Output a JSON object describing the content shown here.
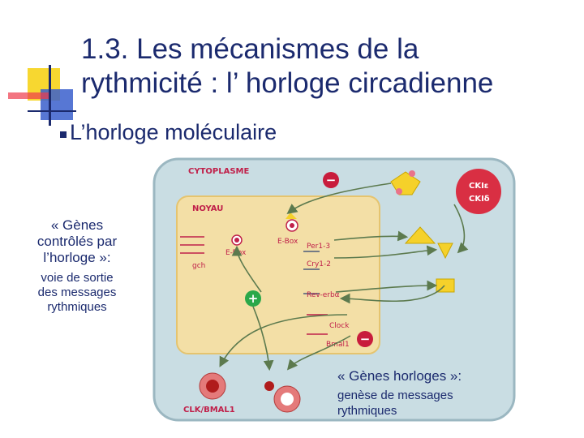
{
  "slide": {
    "title_line1": "1.3. Les mécanismes de la",
    "title_line2": "rythmicité : l’ horloge circadienne",
    "bullet": "L’horloge moléculaire"
  },
  "left_note": {
    "heading_l1": "« Gènes",
    "heading_l2": "contrôlés par",
    "heading_l3": "l’horloge »:",
    "body_l1": "voie de sortie",
    "body_l2": "des messages",
    "body_l3": "rythmiques"
  },
  "right_note": {
    "heading": "« Gènes horloges »:",
    "body_l1": "genèse de messages",
    "body_l2": "rythmiques"
  },
  "diagram": {
    "cytoplasme": "CYTOPLASME",
    "noyau": "NOYAU",
    "ebox_top": "E-Box",
    "ebox_left": "E-Box",
    "gch": "gch",
    "per": "Per1-3",
    "cry": "Cry1-2",
    "rev": "Rev-erbα",
    "clock": "Clock",
    "bmal": "Bmal1",
    "ck1e": "CKIε",
    "ck1d": "CKIδ",
    "clk_bmal": "CLK/BMAL1",
    "minus": "−",
    "plus": "+"
  },
  "colors": {
    "title": "#1b2a6e",
    "cell_bg": "#c9dde3",
    "nucleus_bg": "#f3dfa6",
    "label_red": "#c0204a",
    "arrow_green": "#5c7a4e",
    "minus_red": "#c81c3c",
    "plus_green": "#2aa84a",
    "shape_yellow": "#f5d12a"
  }
}
